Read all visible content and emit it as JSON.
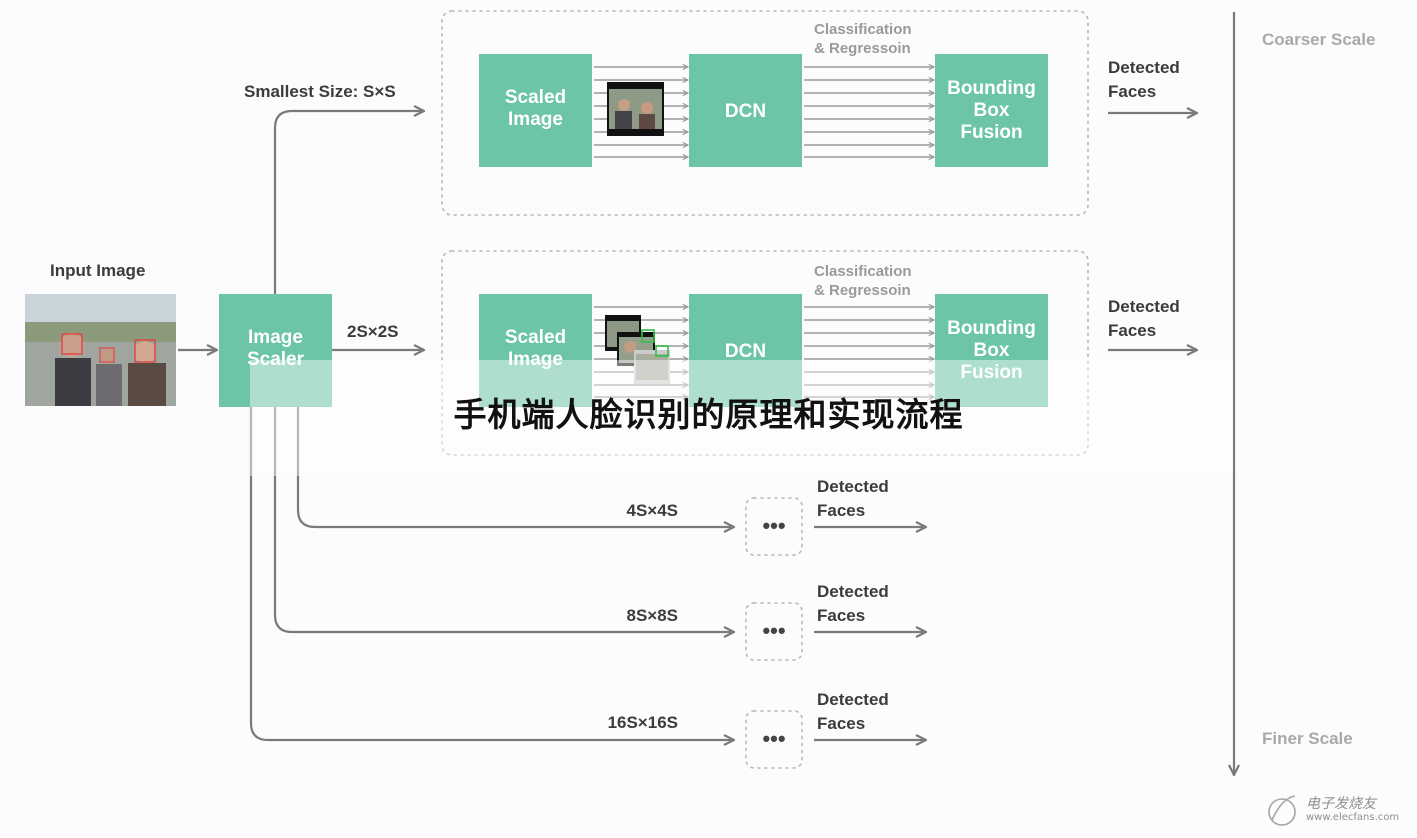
{
  "title": "手机端人脸识别的原理和实现流程",
  "input_label": "Input Image",
  "scaler": {
    "line1": "Image",
    "line2": "Scaler"
  },
  "scale_axis": {
    "top": "Coarser Scale",
    "bottom": "Finer Scale"
  },
  "pipelines": [
    {
      "size_label": "Smallest Size: S×S",
      "scaled": {
        "line1": "Scaled",
        "line2": "Image"
      },
      "dcn": "DCN",
      "cls": {
        "line1": "Classification",
        "line2": "& Regressoin"
      },
      "fusion": {
        "line1": "Bounding",
        "line2": "Box",
        "line3": "Fusion"
      },
      "output": {
        "line1": "Detected",
        "line2": "Faces"
      }
    },
    {
      "size_label": "2S×2S",
      "scaled": {
        "line1": "Scaled",
        "line2": "Image"
      },
      "dcn": "DCN",
      "cls": {
        "line1": "Classification",
        "line2": "& Regressoin"
      },
      "fusion": {
        "line1": "Bounding",
        "line2": "Box",
        "line3": "Fusion"
      },
      "output": {
        "line1": "Detected",
        "line2": "Faces"
      }
    }
  ],
  "branches": [
    {
      "size_label": "4S×4S",
      "dots": "•••",
      "output": {
        "line1": "Detected",
        "line2": "Faces"
      }
    },
    {
      "size_label": "8S×8S",
      "dots": "•••",
      "output": {
        "line1": "Detected",
        "line2": "Faces"
      }
    },
    {
      "size_label": "16S×16S",
      "dots": "•••",
      "output": {
        "line1": "Detected",
        "line2": "Faces"
      }
    }
  ],
  "watermark": {
    "text": "电子发烧友",
    "url": "www.elecfans.com"
  },
  "colors": {
    "box_green": "#6cc5a5",
    "line_gray": "#7a7a7a",
    "background": "#fcfbfd"
  }
}
